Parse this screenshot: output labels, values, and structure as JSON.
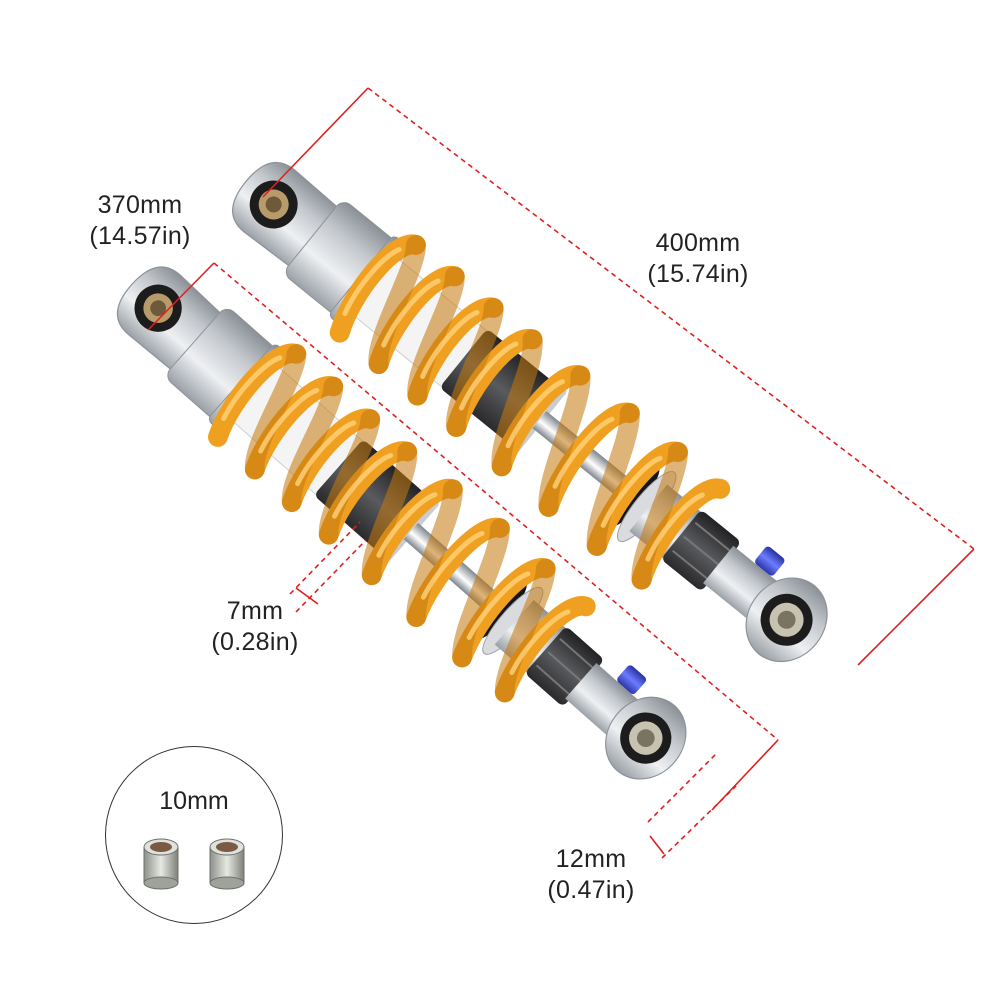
{
  "product": {
    "name": "motorcycle rear shock absorber pair",
    "colors": {
      "spring": "#f0a021",
      "body": "#c9ccd0",
      "dimension_line": "#e02020",
      "adjuster_cap": "#3b4bd8"
    }
  },
  "dimensions": {
    "short_length": {
      "mm": "370mm",
      "in": "(14.57in)"
    },
    "long_length": {
      "mm": "400mm",
      "in": "(15.74in)"
    },
    "spring_wire": {
      "mm": "7mm",
      "in": "(0.28in)"
    },
    "eye_width": {
      "mm": "12mm",
      "in": "(0.47in)"
    }
  },
  "inset": {
    "label": "10mm",
    "item": "bushing pair"
  }
}
